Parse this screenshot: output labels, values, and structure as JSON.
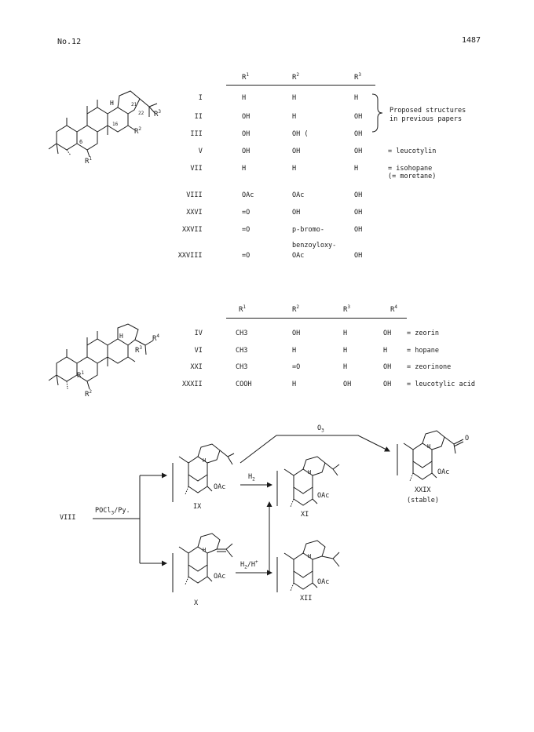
{
  "page": {
    "journal_issue": "No.12",
    "page_number": "1487"
  },
  "table1": {
    "headers": [
      "R1",
      "R2",
      "R3"
    ],
    "rows": [
      {
        "label": "I",
        "r1": "H",
        "r2": "H",
        "r3": "H",
        "note": ""
      },
      {
        "label": "II",
        "r1": "OH",
        "r2": "H",
        "r3": "OH",
        "note": ""
      },
      {
        "label": "III",
        "r1": "OH",
        "r2": "OH (",
        "r3": "OH",
        "note": ""
      },
      {
        "label": "V",
        "r1": "OH",
        "r2": "OH",
        "r3": "OH",
        "note": "= leucotylin"
      },
      {
        "label": "VII",
        "r1": "H",
        "r2": "H",
        "r3": "H",
        "note": "= isohopane"
      },
      {
        "label": "VIII",
        "r1": "OAc",
        "r2": "OAc",
        "r3": "OH",
        "note": ""
      },
      {
        "label": "XXVI",
        "r1": "=O",
        "r2": "OH",
        "r3": "OH",
        "note": ""
      },
      {
        "label": "XXVII",
        "r1": "=O",
        "r2": "p-bromo-",
        "r3": "OH",
        "note": ""
      },
      {
        "label": "XXVIII",
        "r1": "=O",
        "r2": "OAc",
        "r3": "OH",
        "note": ""
      }
    ],
    "row7_r2_cont": "benzoyloxy-",
    "row5_note_cont": "(= moretane)",
    "brace_note_line1": "Proposed structures",
    "brace_note_line2": "in previous papers"
  },
  "structure1": {
    "r1": "R",
    "r1_sup": "1",
    "r2": "R",
    "r2_sup": "2",
    "r3": "R",
    "r3_sup": "3",
    "c6": "6",
    "c16": "16",
    "c21": "21",
    "c22": "22",
    "h": "H"
  },
  "table2": {
    "headers": [
      "R1",
      "R2",
      "R3",
      "R4"
    ],
    "rows": [
      {
        "label": "IV",
        "r1": "CH3",
        "r2": "OH",
        "r3": "H",
        "r4": "OH",
        "note": "= zeorin"
      },
      {
        "label": "VI",
        "r1": "CH3",
        "r2": "H",
        "r3": "H",
        "r4": "H",
        "note": "= hopane"
      },
      {
        "label": "XXI",
        "r1": "CH3",
        "r2": "=O",
        "r3": "H",
        "r4": "OH",
        "note": "= zeorinone"
      },
      {
        "label": "XXXII",
        "r1": "COOH",
        "r2": "H",
        "r3": "OH",
        "r4": "OH",
        "note": "= leucotylic acid"
      }
    ]
  },
  "structure2": {
    "r1": "R",
    "r1_sup": "1",
    "r2": "R",
    "r2_sup": "2",
    "r3": "R",
    "r3_sup": "3",
    "r4": "R",
    "r4_sup": "4",
    "h": "H"
  },
  "scheme": {
    "start": "VIII",
    "reagent_main": "POCl",
    "reagent_main_sub": "3",
    "reagent_main_tail": "/Py.",
    "ozone": "O",
    "ozone_sub": "3",
    "h2": "H",
    "h2_sub": "2",
    "h2_acid": "H",
    "h2_acid_sub": "2",
    "h2_acid_tail": "/H",
    "h2_acid_sup": "+",
    "oac": "OAc",
    "h": "H",
    "o": "O",
    "compounds": {
      "ix": "IX",
      "x": "X",
      "xi": "XI",
      "xii": "XII",
      "xxix": "XXIX",
      "xxix_note": "(stable)"
    }
  }
}
